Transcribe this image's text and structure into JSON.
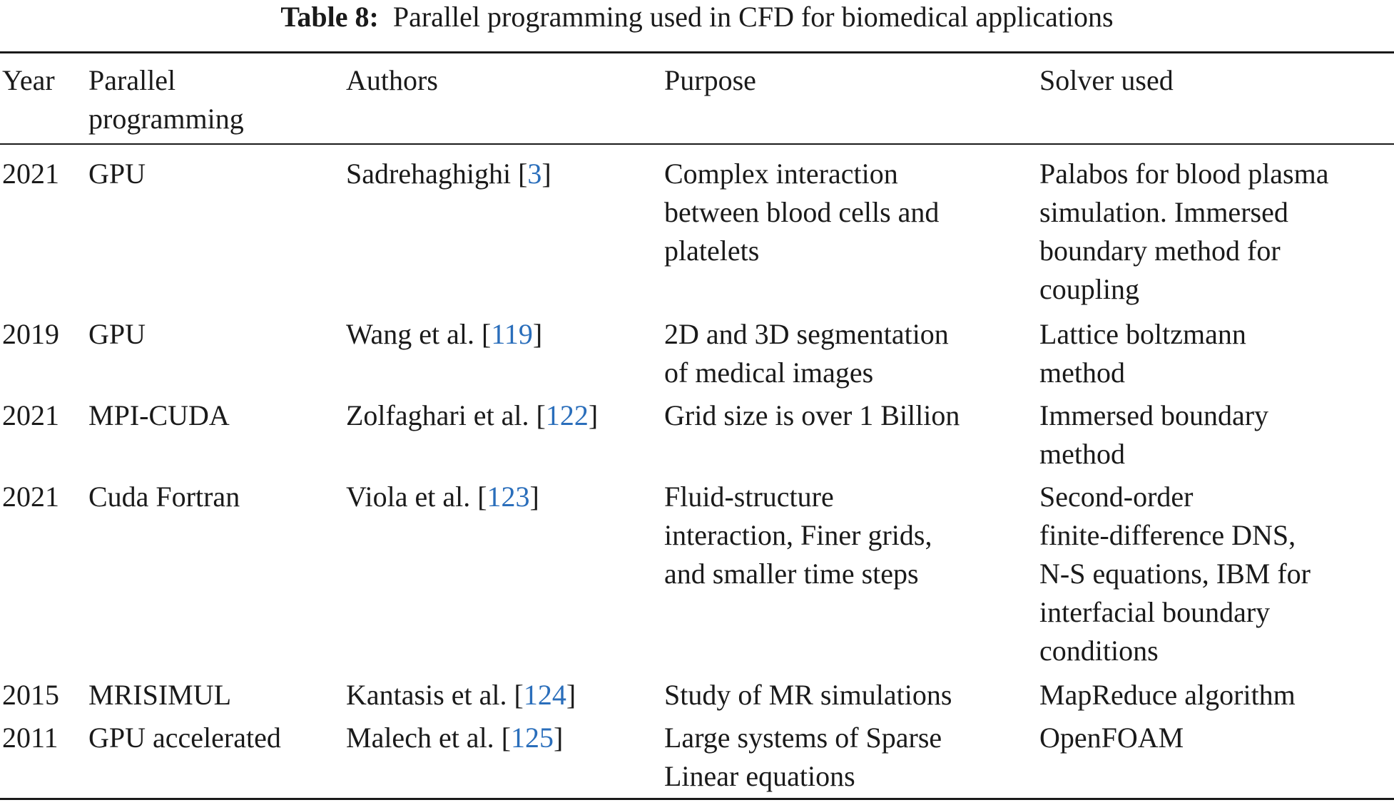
{
  "caption": {
    "label": "Table 8:",
    "text": "Parallel programming used in CFD for biomedical applications"
  },
  "headers": {
    "year": "Year",
    "prog": [
      "Parallel",
      "programming"
    ],
    "authors": "Authors",
    "purpose": "Purpose",
    "solver": "Solver used"
  },
  "rows": [
    {
      "year": "2021",
      "prog": "GPU",
      "author": "Sadrehaghighi",
      "ref": "3",
      "purpose": [
        "Complex interaction",
        "between blood cells and",
        "platelets"
      ],
      "solver": [
        "Palabos for blood plasma",
        "simulation. Immersed",
        "boundary method for",
        "coupling"
      ]
    },
    {
      "year": "2019",
      "prog": "GPU",
      "author": "Wang et al.",
      "ref": "119",
      "purpose": [
        "2D and 3D segmentation",
        "of medical images"
      ],
      "solver": [
        "Lattice boltzmann",
        "method"
      ]
    },
    {
      "year": "2021",
      "prog": "MPI-CUDA",
      "author": "Zolfaghari et al.",
      "ref": "122",
      "purpose": [
        "Grid size is over 1 Billion"
      ],
      "solver": [
        "Immersed boundary",
        "method"
      ]
    },
    {
      "year": "2021",
      "prog": "Cuda Fortran",
      "author": "Viola et al.",
      "ref": "123",
      "purpose": [
        "Fluid-structure",
        "interaction, Finer grids,",
        "and smaller time steps"
      ],
      "solver": [
        "Second-order",
        "finite-difference DNS,",
        "N-S equations, IBM for",
        "interfacial boundary",
        "conditions"
      ]
    },
    {
      "year": "2015",
      "prog": "MRISIMUL",
      "author": "Kantasis et al.",
      "ref": "124",
      "purpose": [
        "Study of MR simulations"
      ],
      "solver": [
        "MapReduce algorithm"
      ]
    },
    {
      "year": "2011",
      "prog": "GPU accelerated",
      "author": "Malech et al.",
      "ref": "125",
      "purpose": [
        "Large systems of Sparse",
        "Linear equations"
      ],
      "solver": [
        "OpenFOAM"
      ]
    }
  ],
  "colors": {
    "text": "#1a1a1a",
    "reference_link": "#2a6ebb"
  }
}
